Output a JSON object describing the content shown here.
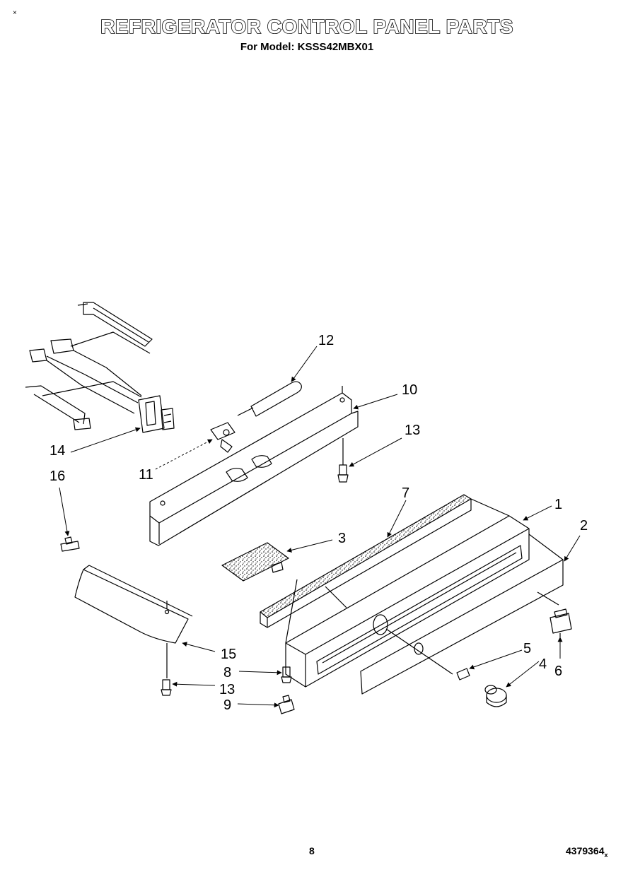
{
  "header": {
    "corner_mark": "×",
    "title": "REFRIGERATOR CONTROL PANEL PARTS",
    "subtitle": "For Model: KSSS42MBX01"
  },
  "footer": {
    "page_number": "8",
    "doc_number": "4379364",
    "doc_suffix": "x"
  },
  "callouts": {
    "c1": "1",
    "c2": "2",
    "c3": "3",
    "c4": "4",
    "c5": "5",
    "c6": "6",
    "c7": "7",
    "c8": "8",
    "c9": "9",
    "c10": "10",
    "c11": "11",
    "c12": "12",
    "c13a": "13",
    "c13b": "13",
    "c14": "14",
    "c15": "15",
    "c16": "16"
  }
}
